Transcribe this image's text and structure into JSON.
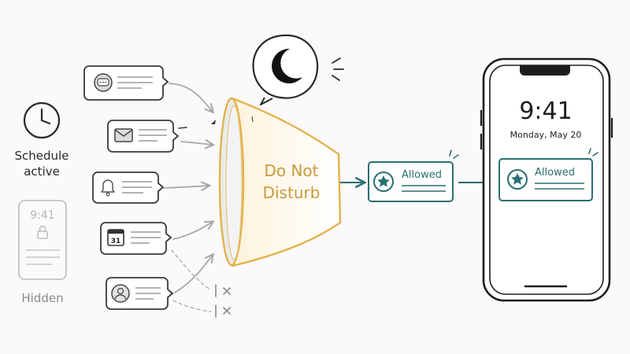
{
  "schedule": {
    "line1": "Schedule",
    "line2": "active"
  },
  "hidden_card": {
    "time": "9:41",
    "label": "Hidden"
  },
  "funnel": {
    "line1": "Do Not",
    "line2": "Disturb"
  },
  "allowed_card": {
    "label": "Allowed"
  },
  "phone": {
    "time": "9:41",
    "date": "Monday, May 20",
    "notification_label": "Allowed"
  },
  "calendar_day": "31",
  "colors": {
    "ink": "#2a2a2a",
    "gray": "#8a8a8a",
    "light_gray": "#bdbdbd",
    "funnel": "#e2b24f",
    "teal": "#2a6f72",
    "background": "#fbf9f9"
  },
  "icons": {
    "notifications": [
      "chat-icon",
      "mail-icon",
      "bell-icon",
      "calendar-icon",
      "person-icon"
    ],
    "schedule": "clock-icon",
    "hidden": "lock-icon",
    "moon": "moon-icon",
    "allowed": "star-icon",
    "blocked": "x-icon"
  }
}
